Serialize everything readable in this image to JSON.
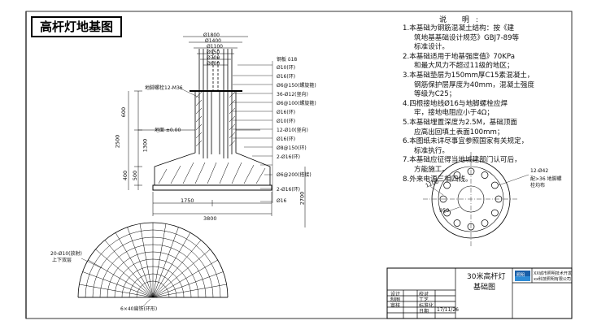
{
  "title": "高杆灯地基图",
  "notes": {
    "heading": "说 明:",
    "items": [
      "1.本基础为钢筋混凝土结构：按《建",
      "筑地基基础设计规范》GBJ7-89等",
      "标准设计。",
      "2.本基础适用于地基强度值》70KPa",
      "和最大风力不超过11级的地区；",
      "3.本基础垫层为150mm厚C15素混凝土，",
      "钢筋保护层厚度为40mm，混凝土强度",
      "等级为C25；",
      "4.四根接地线Ø16与地脚螺栓应焊",
      "牢，接地电阻应小于4Ω；",
      "5.本基础埋置深度为2.5M，基础顶面",
      "应高出回填土表面100mm；",
      "6.本图纸未详尽事宜参照国家有关规定，",
      "标准执行。",
      "7.本基础应征得当地城建部门认可后，",
      "方能施工。",
      "8.外来电源三相四线。"
    ]
  },
  "elevation_labels": {
    "d1800": "Ø1800",
    "d1400": "Ø1400",
    "d1100": "Ø1100",
    "d950": "Ø950",
    "d700": "Ø700",
    "d600": "Ø600",
    "steel_plate": "钢板 δ18",
    "bolt": "地脚螺栓12-M36",
    "r1": "Ø10(环)",
    "r2": "Ø16(环)",
    "r3": "Ø6@150(螺旋箍)",
    "r4": "36-Ø12(竖向)",
    "r5": "Ø6@100(螺旋箍)",
    "r6": "Ø16(环)",
    "r7": "Ø10(环)",
    "r8": "12-Ø10(竖向)",
    "r9": "Ø16(环)",
    "r10": "Ø8@150(环)",
    "r11": "2-Ø16(环)",
    "r12": "Ø6@200(搭接)",
    "r13": "2-Ø16(环)",
    "r14": "Ø16",
    "ground": "地面 ±0.00",
    "dim_600": "600",
    "dim_2500": "2500",
    "dim_1300": "1300",
    "dim_400": "400",
    "dim_500": "500",
    "dim_1750": "1750",
    "dim_3800": "3800",
    "dim_2700": "2700"
  },
  "plan_labels": {
    "d1100": "1100",
    "d950": "950",
    "bolt_note": "12-Ø42",
    "bolt_note2": "配>36 地脚螺",
    "bolt_note3": "栓均布"
  },
  "rebar_labels": {
    "radial": "20-Ø10(放射)",
    "radial2": "上下双层",
    "ring": "6×40扁铁(环形)"
  },
  "title_block": {
    "project_line1": "30米高杆灯",
    "project_line2": "基础图",
    "company1": "XX城市照明技术开发",
    "company2": "xx科技照明有限公司",
    "logo_text": "照明",
    "rows": [
      "设计",
      "制图",
      "审核",
      "校对",
      "工艺",
      "标准化",
      "日期"
    ],
    "date": "17/11/26"
  }
}
